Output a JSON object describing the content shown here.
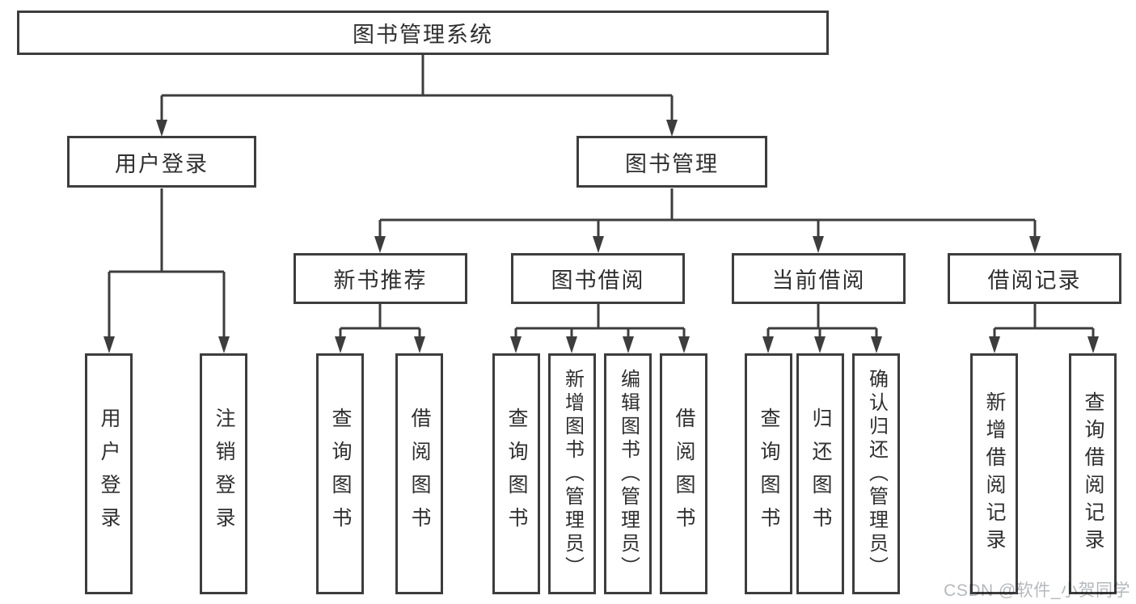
{
  "diagram": {
    "type": "hierarchy",
    "tree": {
      "label": "图书管理系统",
      "children": [
        {
          "label": "用户登录",
          "children": [
            {
              "label": "用户登录"
            },
            {
              "label": "注销登录"
            }
          ]
        },
        {
          "label": "图书管理",
          "children": [
            {
              "label": "新书推荐",
              "children": [
                {
                  "label": "查询图书"
                },
                {
                  "label": "借阅图书"
                }
              ]
            },
            {
              "label": "图书借阅",
              "children": [
                {
                  "label": "查询图书"
                },
                {
                  "label": "新增图书（管理员）"
                },
                {
                  "label": "编辑图书（管理员）"
                },
                {
                  "label": "借阅图书"
                }
              ]
            },
            {
              "label": "当前借阅",
              "children": [
                {
                  "label": "查询图书"
                },
                {
                  "label": "归还图书"
                },
                {
                  "label": "确认归还（管理员）"
                }
              ]
            },
            {
              "label": "借阅记录",
              "children": [
                {
                  "label": "新增借阅记录"
                },
                {
                  "label": "查询借阅记录"
                }
              ]
            }
          ]
        }
      ]
    },
    "colors": {
      "line": "#3d3d3d",
      "box_border": "#3d3d3d",
      "box_fill": "#ffffff",
      "text": "#2f2f2f",
      "watermark": "#b5b8bc",
      "background": "#ffffff"
    },
    "watermark": "CSDN @软件_小贺同学"
  }
}
